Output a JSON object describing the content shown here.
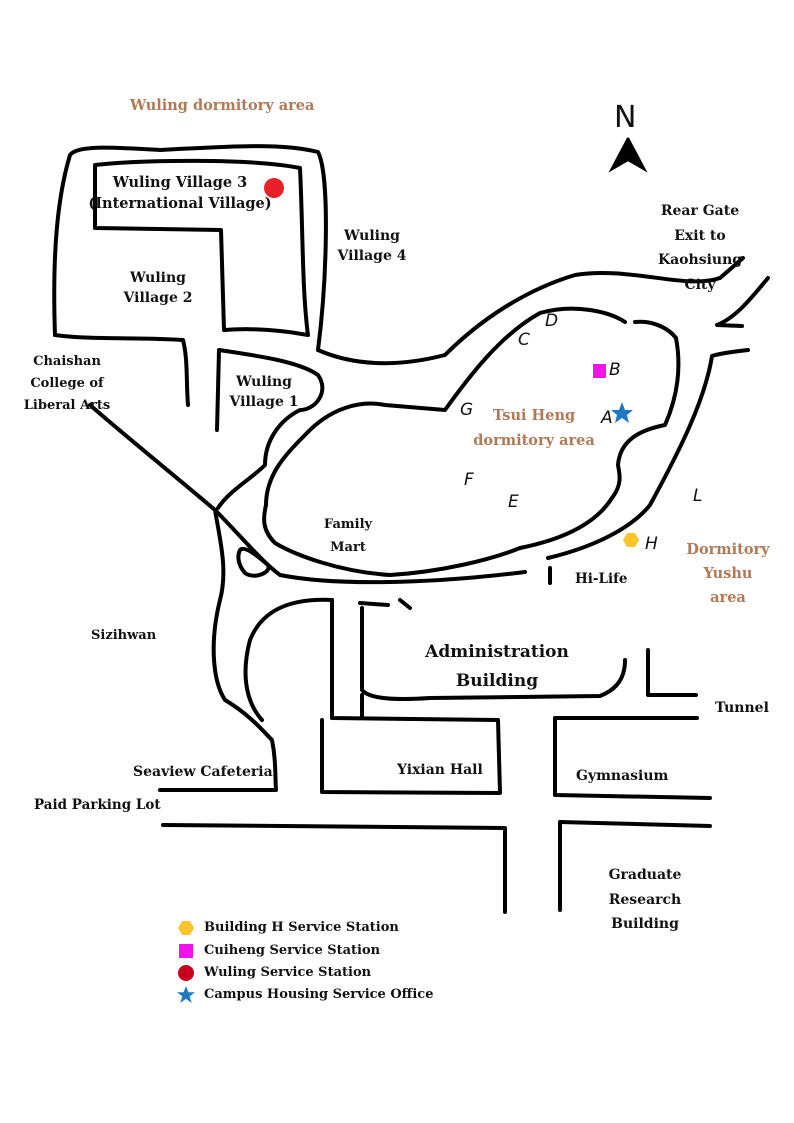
{
  "map": {
    "north_label": "N",
    "areas": {
      "wuling_area": "Wuling dormitory area",
      "tsui_heng_area": "Tsui Heng\ndormitory area",
      "yushu_area": "Dormitory\nYushu area"
    },
    "places": {
      "wuling_village_3": "Wuling Village 3\n(International Village)",
      "wuling_village_4": "Wuling\nVillage 4",
      "wuling_village_2": "Wuling\nVillage 2",
      "wuling_village_1": "Wuling\nVillage 1",
      "chaishan_college": "Chaishan\nCollege of\nLiberal Arts",
      "rear_gate": "Rear Gate\nExit to Kaohsiung City",
      "family_mart": "Family\nMart",
      "hi_life": "Hi-Life",
      "sizihwan": "Sizihwan",
      "administration_building": "Administration\nBuilding",
      "tunnel": "Tunnel",
      "seaview_cafeteria": "Seaview Cafeteria",
      "yixian_hall": "Yixian Hall",
      "gymnasium": "Gymnasium",
      "paid_parking_lot": "Paid Parking Lot",
      "graduate_research_building": "Graduate\nResearch\nBuilding"
    },
    "building_letters": {
      "A": "A",
      "B": "B",
      "C": "C",
      "D": "D",
      "E": "E",
      "F": "F",
      "G": "G",
      "H": "H",
      "L": "L"
    }
  },
  "legend": [
    {
      "marker": "hexagon",
      "color": "#fdc52b",
      "label": "Building H Service Station"
    },
    {
      "marker": "square",
      "color": "#f014e8",
      "label": "Cuiheng Service Station"
    },
    {
      "marker": "circle",
      "color": "#c8001e",
      "label": "Wuling Service Station"
    },
    {
      "marker": "star",
      "color": "#1f78c4",
      "label": "Campus Housing Service Office"
    }
  ],
  "colors": {
    "area_label": "#b07a56",
    "wuling_marker": "#e8202a",
    "cuiheng_marker": "#f014e8",
    "building_h_marker": "#fdc52b",
    "housing_office_marker": "#1f78c4"
  }
}
